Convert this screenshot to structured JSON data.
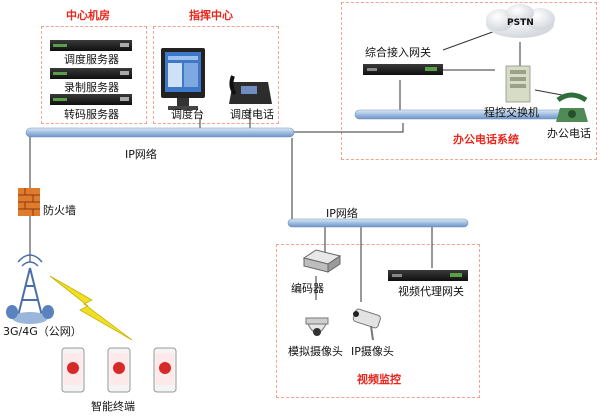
{
  "zones": {
    "center": "中心机房",
    "command": "指挥中心",
    "office": "办公电话系统",
    "video": "视频监控"
  },
  "servers": [
    "调度服务器",
    "录制服务器",
    "转码服务器"
  ],
  "command_items": {
    "console": "调度台",
    "phone": "调度电话"
  },
  "office_items": {
    "pstn": "PSTN",
    "gateway": "综合接入网关",
    "pbx": "程控交换机",
    "phone": "办公电话"
  },
  "network": {
    "main": "IP网络",
    "video": "IP网络"
  },
  "firewall": "防火墙",
  "mobile": {
    "network": "3G/4G（公网）",
    "terminals": "智能终端"
  },
  "video_items": {
    "encoder": "编码器",
    "proxy": "视频代理网关",
    "analog_cam": "模拟摄像头",
    "ip_cam": "IP摄像头"
  },
  "colors": {
    "zone_title": "#e8261c",
    "zone_border": "#f3a38e",
    "bus": "#8fb0d8"
  }
}
